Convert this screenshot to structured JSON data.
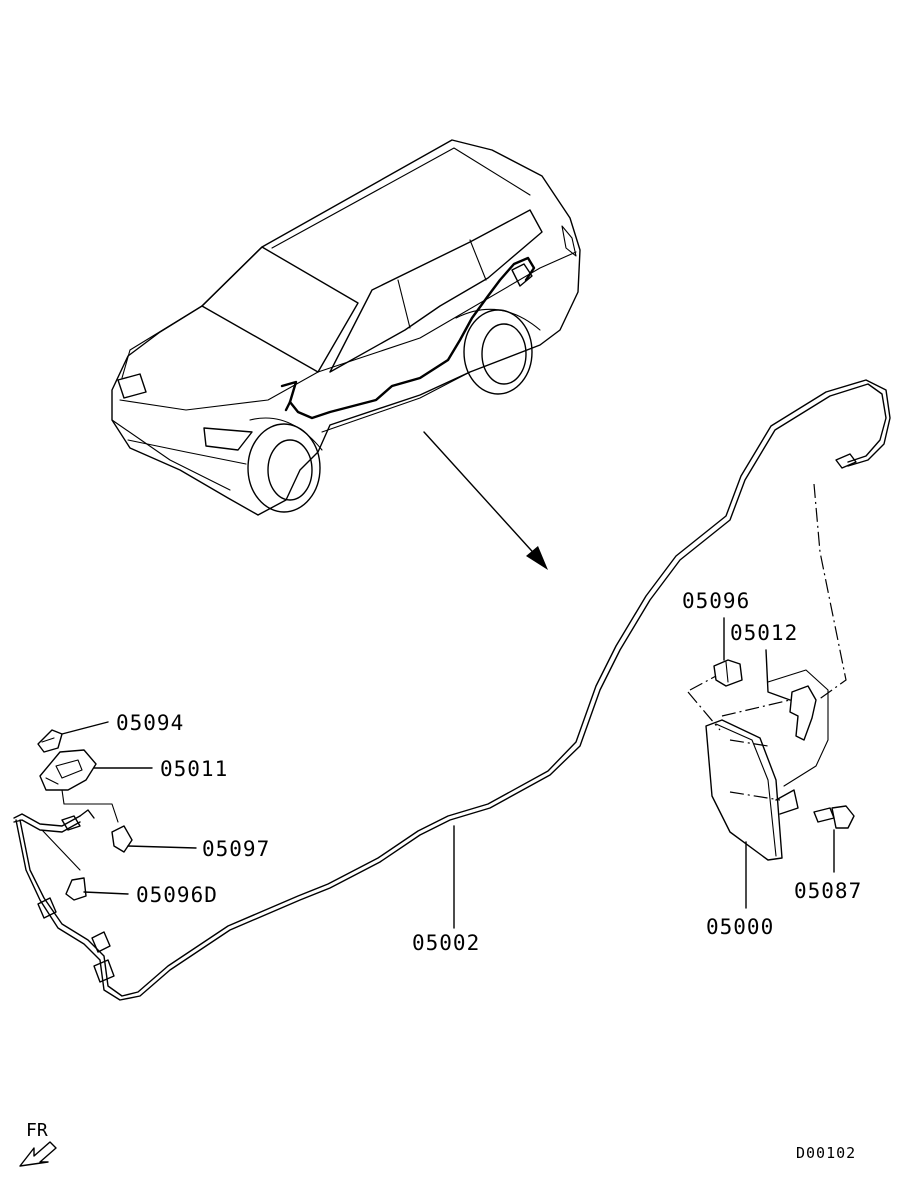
{
  "diagram_code": "D00102",
  "direction": {
    "label": "FR"
  },
  "parts": [
    {
      "number": "05094"
    },
    {
      "number": "05011"
    },
    {
      "number": "05097"
    },
    {
      "number": "05096D"
    },
    {
      "number": "05002"
    },
    {
      "number": "05096"
    },
    {
      "number": "05012"
    },
    {
      "number": "05000"
    },
    {
      "number": "05087"
    }
  ]
}
